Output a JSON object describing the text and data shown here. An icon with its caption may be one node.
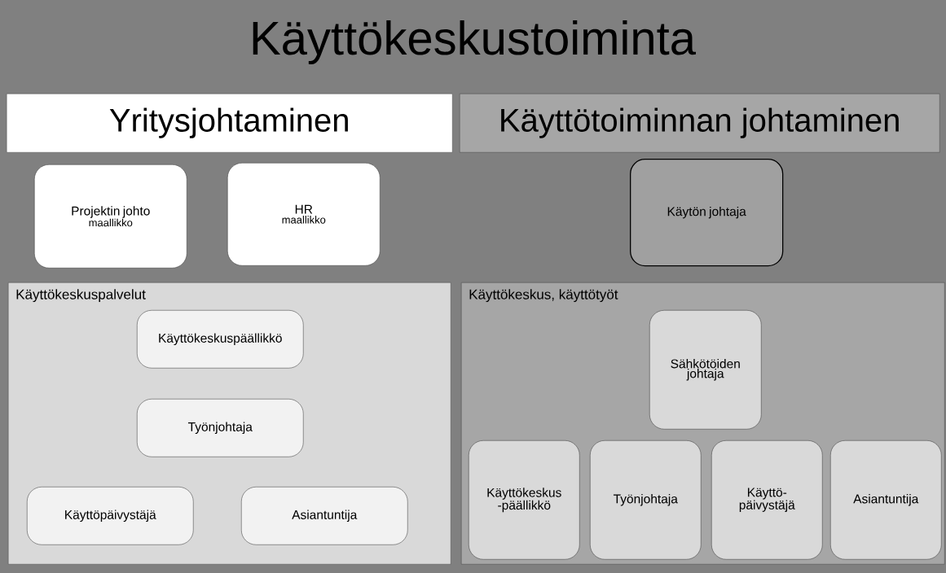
{
  "diagram": {
    "title": "Käyttökeskustoiminta",
    "nodes": [
      {
        "text": [
          "Yritysjohtaminen"
        ]
      },
      {
        "text": [
          "Käyttötoiminnan johtaminen"
        ]
      },
      {
        "text": [
          "Projektin johto",
          "maallikko"
        ]
      },
      {
        "text": [
          "HR",
          "maallikko"
        ]
      },
      {
        "text": [
          "Käytön johtaja"
        ]
      },
      {
        "text": [
          "Käyttökeskuspalvelut"
        ]
      },
      {
        "text": [
          "Käyttökeskuspäällikkö"
        ],
        "in": 5
      },
      {
        "text": [
          "Työnjohtaja"
        ],
        "in": 5
      },
      {
        "text": [
          "Käyttöpäivystäjä"
        ],
        "in": 5
      },
      {
        "text": [
          "Asiantuntija"
        ],
        "in": 5
      },
      {
        "text": [
          "Käyttökeskus, käyttötyöt"
        ]
      },
      {
        "text": [
          "Sähkötöiden johtaja"
        ],
        "in": 10
      },
      {
        "text": [
          "Käyttökeskus -päällikkö"
        ],
        "in": 10
      },
      {
        "text": [
          "Työnjohtaja"
        ],
        "in": 10
      },
      {
        "text": [
          "Käyttö- päivystäjä"
        ],
        "in": 10
      },
      {
        "text": [
          "Asiantuntija"
        ],
        "in": 10
      }
    ]
  }
}
